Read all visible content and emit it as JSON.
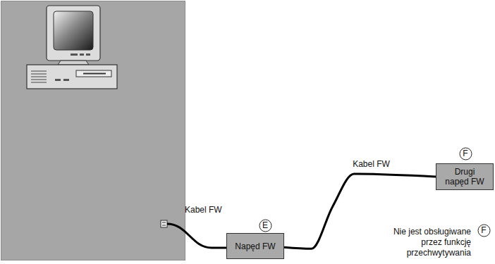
{
  "diagram": {
    "nodes": [
      {
        "text": [
          "F"
        ]
      },
      {
        "text": [
          "Drugi napęd FW"
        ]
      },
      {
        "text": [
          "E"
        ]
      },
      {
        "text": [
          "Napęd FW"
        ]
      },
      {
        "text": [
          "F"
        ]
      }
    ],
    "edges": [
      {
        "from": 3,
        "to": 1,
        "label": "Kabel FW",
        "arrow": "none"
      }
    ],
    "labels": [
      "Kabel FW",
      "Nie jest obsługiwane przez funkcję przechwytywania"
    ]
  }
}
